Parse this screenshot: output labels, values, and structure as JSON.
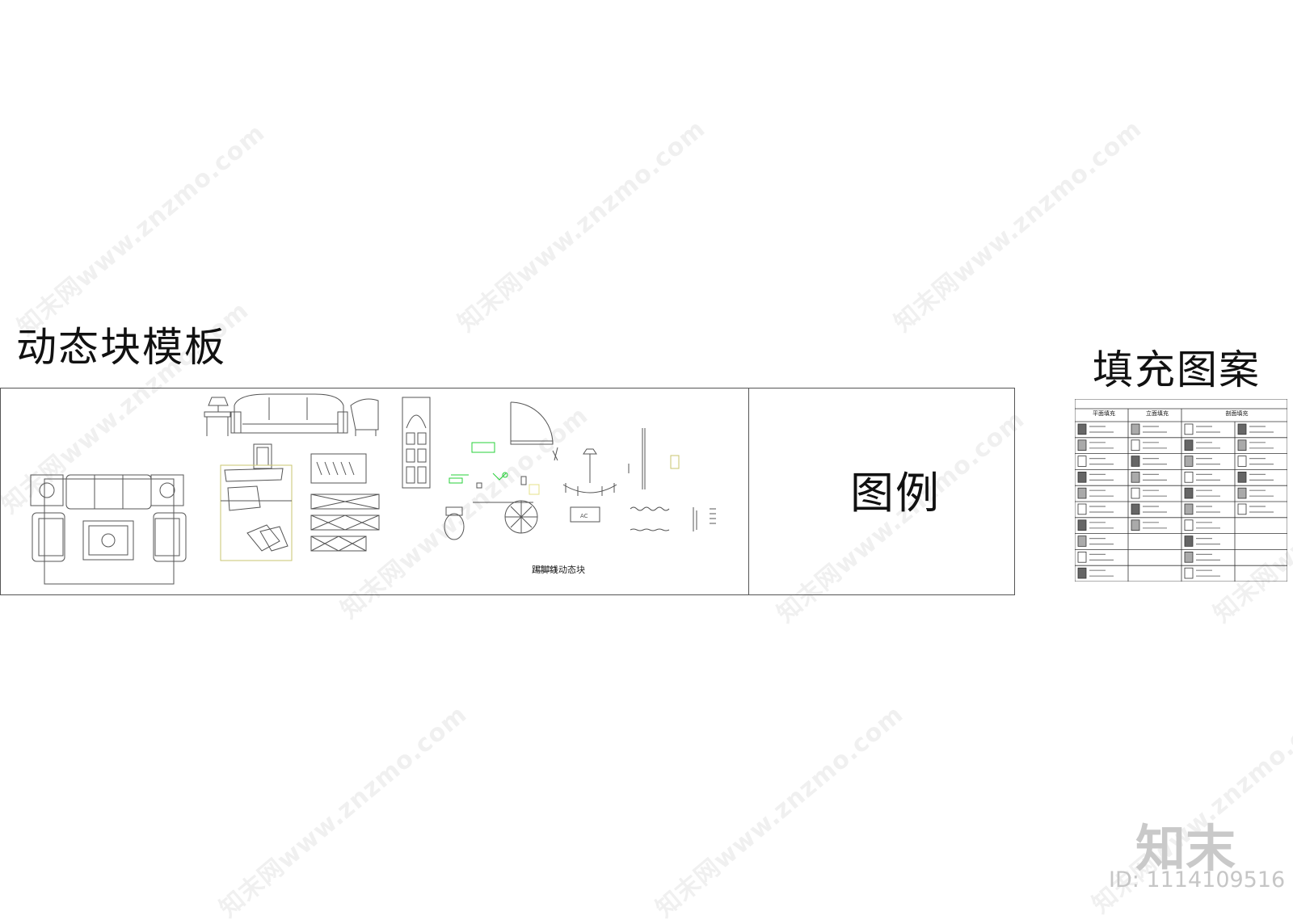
{
  "titles": {
    "blocks": "动态块模板",
    "fill": "填充图案",
    "legend": "图例"
  },
  "labels": {
    "baseboard": "踢脚线动态块",
    "ac": "AC"
  },
  "hatch_table": {
    "headers": [
      "平面填充",
      "立面填充",
      "剖面填充"
    ],
    "rows": 10
  },
  "watermark": {
    "text": "知末网www.znzmo.com"
  },
  "brand": {
    "logo": "知末",
    "id": "ID: 1114109516"
  },
  "colors": {
    "line": "#555555",
    "accent_green": "#27d13a",
    "accent_yellow": "#e5e08a"
  }
}
